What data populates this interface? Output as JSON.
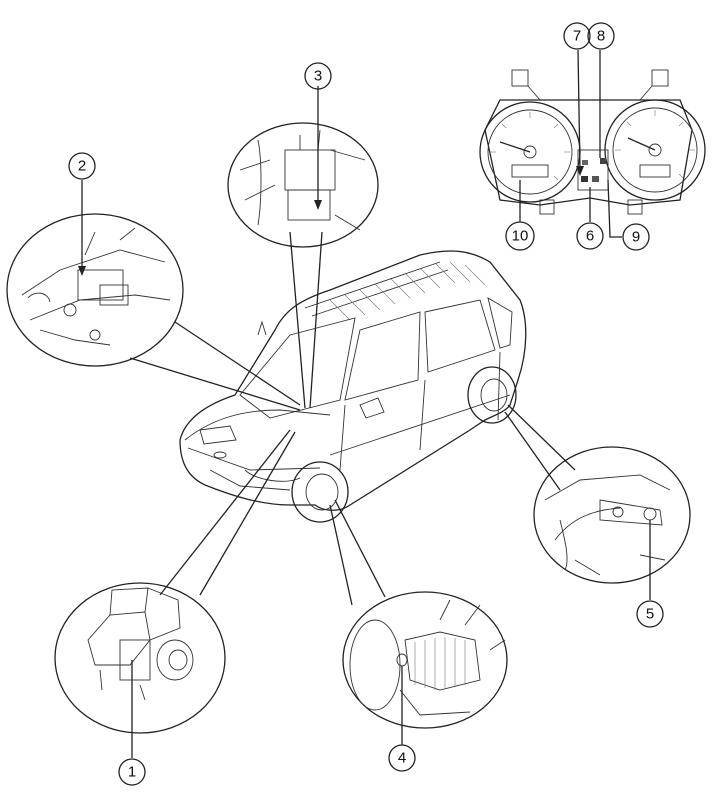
{
  "callouts": [
    {
      "id": "callout-1",
      "number": "1"
    },
    {
      "id": "callout-2",
      "number": "2"
    },
    {
      "id": "callout-3",
      "number": "3"
    },
    {
      "id": "callout-4",
      "number": "4"
    },
    {
      "id": "callout-5",
      "number": "5"
    },
    {
      "id": "callout-6",
      "number": "6"
    },
    {
      "id": "callout-7",
      "number": "7"
    },
    {
      "id": "callout-8",
      "number": "8"
    },
    {
      "id": "callout-9",
      "number": "9"
    },
    {
      "id": "callout-10",
      "number": "10"
    }
  ]
}
